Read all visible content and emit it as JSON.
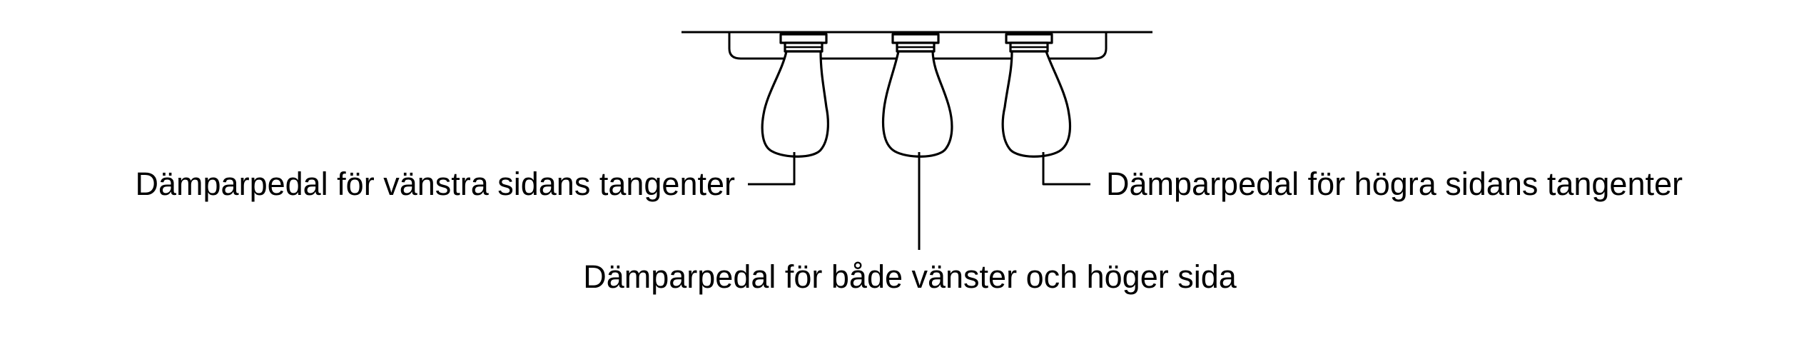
{
  "diagram": {
    "labels": {
      "left": "Dämparpedal för vänstra sidans tangenter",
      "center": "Dämparpedal för både vänster och höger sida",
      "right": "Dämparpedal för högra sidans tangenter"
    }
  }
}
